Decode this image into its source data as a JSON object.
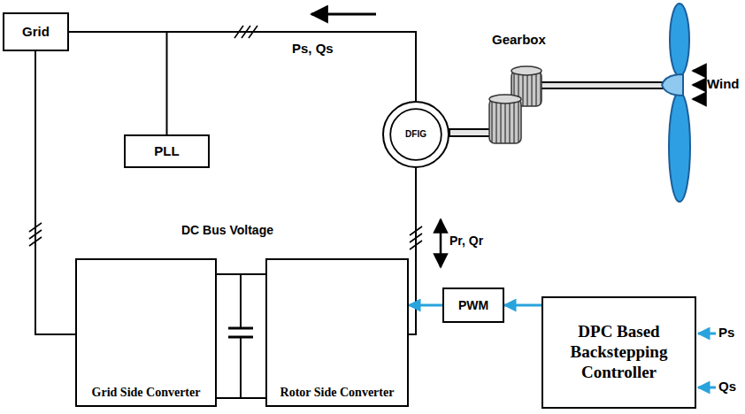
{
  "diagram": {
    "nodes": [
      {
        "text": [
          "Grid"
        ]
      },
      {
        "text": [
          "DFIG"
        ]
      },
      {
        "text": [
          "PLL"
        ]
      },
      {
        "text": [
          "Grid Side Converter"
        ]
      },
      {
        "text": [
          "Rotor Side Converter"
        ]
      },
      {
        "text": [
          "PWM"
        ]
      },
      {
        "text": [
          "DPC Based Backstepping Controller"
        ]
      }
    ],
    "edges": [
      {
        "from": 1,
        "to": 0,
        "arrow": "none"
      },
      {
        "from": 0,
        "to": 2,
        "arrow": "none"
      },
      {
        "from": 0,
        "to": 3,
        "arrow": "none"
      },
      {
        "from": 3,
        "to": 4,
        "arrow": "none"
      },
      {
        "from": 1,
        "to": 4,
        "arrow": "none"
      },
      {
        "from": 5,
        "to": 4,
        "arrow": "to"
      },
      {
        "from": 6,
        "to": 5,
        "arrow": "to"
      }
    ],
    "labels": [
      "Ps, Qs",
      "Gearbox",
      "Wind",
      "DC Bus Voltage",
      "Pr, Qr",
      "Ps",
      "Qs"
    ]
  }
}
